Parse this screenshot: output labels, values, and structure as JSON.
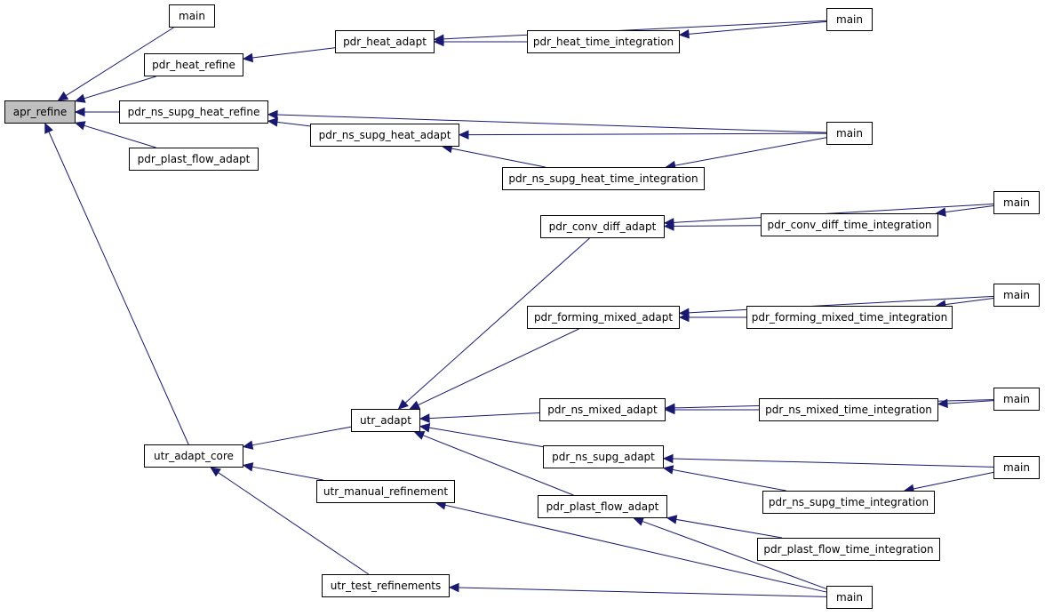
{
  "diagram": {
    "edge_color": "#191970",
    "root_fill": "#bfbfbf",
    "nodes": [
      {
        "id": "apr_refine",
        "label": "apr_refine",
        "root": true
      },
      {
        "id": "main_a",
        "label": "main"
      },
      {
        "id": "pdr_heat_refine",
        "label": "pdr_heat_refine"
      },
      {
        "id": "pdr_ns_supg_heat_refine",
        "label": "pdr_ns_supg_heat_refine"
      },
      {
        "id": "pdr_plast_flow_adapt_top",
        "label": "pdr_plast_flow_adapt"
      },
      {
        "id": "utr_adapt_core",
        "label": "utr_adapt_core"
      },
      {
        "id": "pdr_heat_adapt",
        "label": "pdr_heat_adapt"
      },
      {
        "id": "pdr_heat_time_integration",
        "label": "pdr_heat_time_integration"
      },
      {
        "id": "main_b",
        "label": "main"
      },
      {
        "id": "pdr_ns_supg_heat_adapt",
        "label": "pdr_ns_supg_heat_adapt"
      },
      {
        "id": "main_c",
        "label": "main"
      },
      {
        "id": "pdr_ns_supg_heat_time_integration",
        "label": "pdr_ns_supg_heat_time_integration"
      },
      {
        "id": "utr_adapt",
        "label": "utr_adapt"
      },
      {
        "id": "utr_manual_refinement",
        "label": "utr_manual_refinement"
      },
      {
        "id": "utr_test_refinements",
        "label": "utr_test_refinements"
      },
      {
        "id": "pdr_conv_diff_adapt",
        "label": "pdr_conv_diff_adapt"
      },
      {
        "id": "pdr_conv_diff_time_integration",
        "label": "pdr_conv_diff_time_integration"
      },
      {
        "id": "main_d",
        "label": "main"
      },
      {
        "id": "pdr_forming_mixed_adapt",
        "label": "pdr_forming_mixed_adapt"
      },
      {
        "id": "pdr_forming_mixed_time_integration",
        "label": "pdr_forming_mixed_time_integration"
      },
      {
        "id": "main_e",
        "label": "main"
      },
      {
        "id": "pdr_ns_mixed_adapt",
        "label": "pdr_ns_mixed_adapt"
      },
      {
        "id": "pdr_ns_mixed_time_integration",
        "label": "pdr_ns_mixed_time_integration"
      },
      {
        "id": "main_f",
        "label": "main"
      },
      {
        "id": "pdr_ns_supg_adapt",
        "label": "pdr_ns_supg_adapt"
      },
      {
        "id": "pdr_ns_supg_time_integration",
        "label": "pdr_ns_supg_time_integration"
      },
      {
        "id": "main_g",
        "label": "main"
      },
      {
        "id": "pdr_plast_flow_adapt",
        "label": "pdr_plast_flow_adapt"
      },
      {
        "id": "pdr_plast_flow_time_integration",
        "label": "pdr_plast_flow_time_integration"
      },
      {
        "id": "main_h",
        "label": "main"
      }
    ],
    "edges": [
      {
        "from": "main_a",
        "to": "apr_refine"
      },
      {
        "from": "pdr_heat_refine",
        "to": "apr_refine"
      },
      {
        "from": "pdr_ns_supg_heat_refine",
        "to": "apr_refine"
      },
      {
        "from": "pdr_plast_flow_adapt_top",
        "to": "apr_refine"
      },
      {
        "from": "utr_adapt_core",
        "to": "apr_refine"
      },
      {
        "from": "pdr_heat_adapt",
        "to": "pdr_heat_refine"
      },
      {
        "from": "main_b",
        "to": "pdr_heat_adapt"
      },
      {
        "from": "pdr_heat_time_integration",
        "to": "pdr_heat_adapt"
      },
      {
        "from": "main_b",
        "to": "pdr_heat_time_integration"
      },
      {
        "from": "main_c",
        "to": "pdr_ns_supg_heat_refine"
      },
      {
        "from": "pdr_ns_supg_heat_adapt",
        "to": "pdr_ns_supg_heat_refine"
      },
      {
        "from": "main_c",
        "to": "pdr_ns_supg_heat_adapt"
      },
      {
        "from": "pdr_ns_supg_heat_time_integration",
        "to": "pdr_ns_supg_heat_adapt"
      },
      {
        "from": "main_c",
        "to": "pdr_ns_supg_heat_time_integration"
      },
      {
        "from": "utr_adapt",
        "to": "utr_adapt_core"
      },
      {
        "from": "utr_manual_refinement",
        "to": "utr_adapt_core"
      },
      {
        "from": "utr_test_refinements",
        "to": "utr_adapt_core"
      },
      {
        "from": "pdr_conv_diff_adapt",
        "to": "utr_adapt"
      },
      {
        "from": "pdr_forming_mixed_adapt",
        "to": "utr_adapt"
      },
      {
        "from": "pdr_ns_mixed_adapt",
        "to": "utr_adapt"
      },
      {
        "from": "pdr_ns_supg_adapt",
        "to": "utr_adapt"
      },
      {
        "from": "pdr_plast_flow_adapt",
        "to": "utr_adapt"
      },
      {
        "from": "main_d",
        "to": "pdr_conv_diff_adapt"
      },
      {
        "from": "pdr_conv_diff_time_integration",
        "to": "pdr_conv_diff_adapt"
      },
      {
        "from": "main_d",
        "to": "pdr_conv_diff_time_integration"
      },
      {
        "from": "main_e",
        "to": "pdr_forming_mixed_adapt"
      },
      {
        "from": "pdr_forming_mixed_time_integration",
        "to": "pdr_forming_mixed_adapt"
      },
      {
        "from": "main_e",
        "to": "pdr_forming_mixed_time_integration"
      },
      {
        "from": "main_f",
        "to": "pdr_ns_mixed_adapt"
      },
      {
        "from": "pdr_ns_mixed_time_integration",
        "to": "pdr_ns_mixed_adapt"
      },
      {
        "from": "main_f",
        "to": "pdr_ns_mixed_time_integration"
      },
      {
        "from": "main_g",
        "to": "pdr_ns_supg_adapt"
      },
      {
        "from": "pdr_ns_supg_time_integration",
        "to": "pdr_ns_supg_adapt"
      },
      {
        "from": "main_g",
        "to": "pdr_ns_supg_time_integration"
      },
      {
        "from": "main_h",
        "to": "pdr_plast_flow_adapt"
      },
      {
        "from": "pdr_plast_flow_time_integration",
        "to": "pdr_plast_flow_adapt"
      },
      {
        "from": "main_h",
        "to": "utr_manual_refinement"
      },
      {
        "from": "main_h",
        "to": "utr_test_refinements"
      }
    ]
  }
}
